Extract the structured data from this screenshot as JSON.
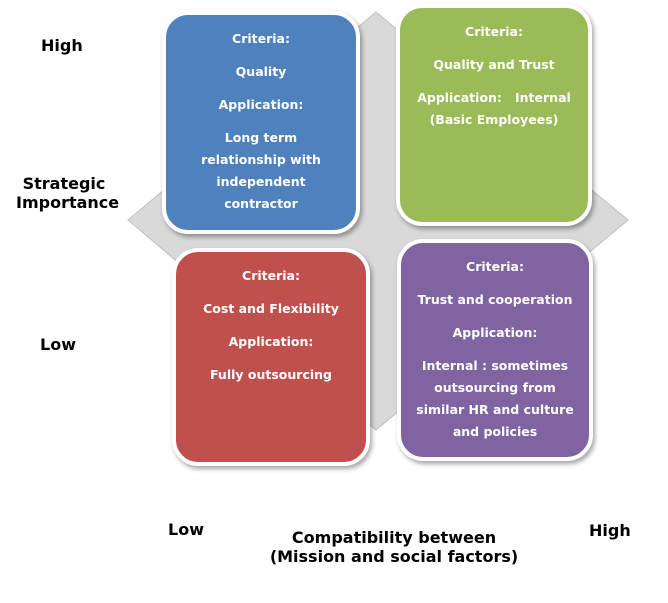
{
  "y_axis": {
    "high": "High",
    "title_line1": "Strategic",
    "title_line2": "Importance",
    "low": "Low"
  },
  "x_axis": {
    "low": "Low",
    "high": "High",
    "title_line1": "Compatibility between",
    "title_line2": "(Mission and social factors)"
  },
  "colors": {
    "top_left": "#4f81bd",
    "top_right": "#9bbb59",
    "bottom_left": "#c0504d",
    "bottom_right": "#8064a2",
    "diamond": "#d9d9d9"
  },
  "quadrants": {
    "top_left": {
      "criteria_label": "Criteria:",
      "criteria": "Quality",
      "application_label": "Application:",
      "application": "Long term relationship with independent contractor"
    },
    "top_right": {
      "criteria_label": "Criteria:",
      "criteria": "Quality and Trust",
      "application_label": "Application:",
      "application": "Internal",
      "application_note": "(Basic Employees)"
    },
    "bottom_left": {
      "criteria_label": "Criteria:",
      "criteria": "Cost and Flexibility",
      "application_label": "Application:",
      "application": "Fully outsourcing"
    },
    "bottom_right": {
      "criteria_label": "Criteria:",
      "criteria": "Trust and cooperation",
      "application_label": "Application:",
      "application": "Internal : sometimes outsourcing from similar HR and culture and policies"
    }
  }
}
